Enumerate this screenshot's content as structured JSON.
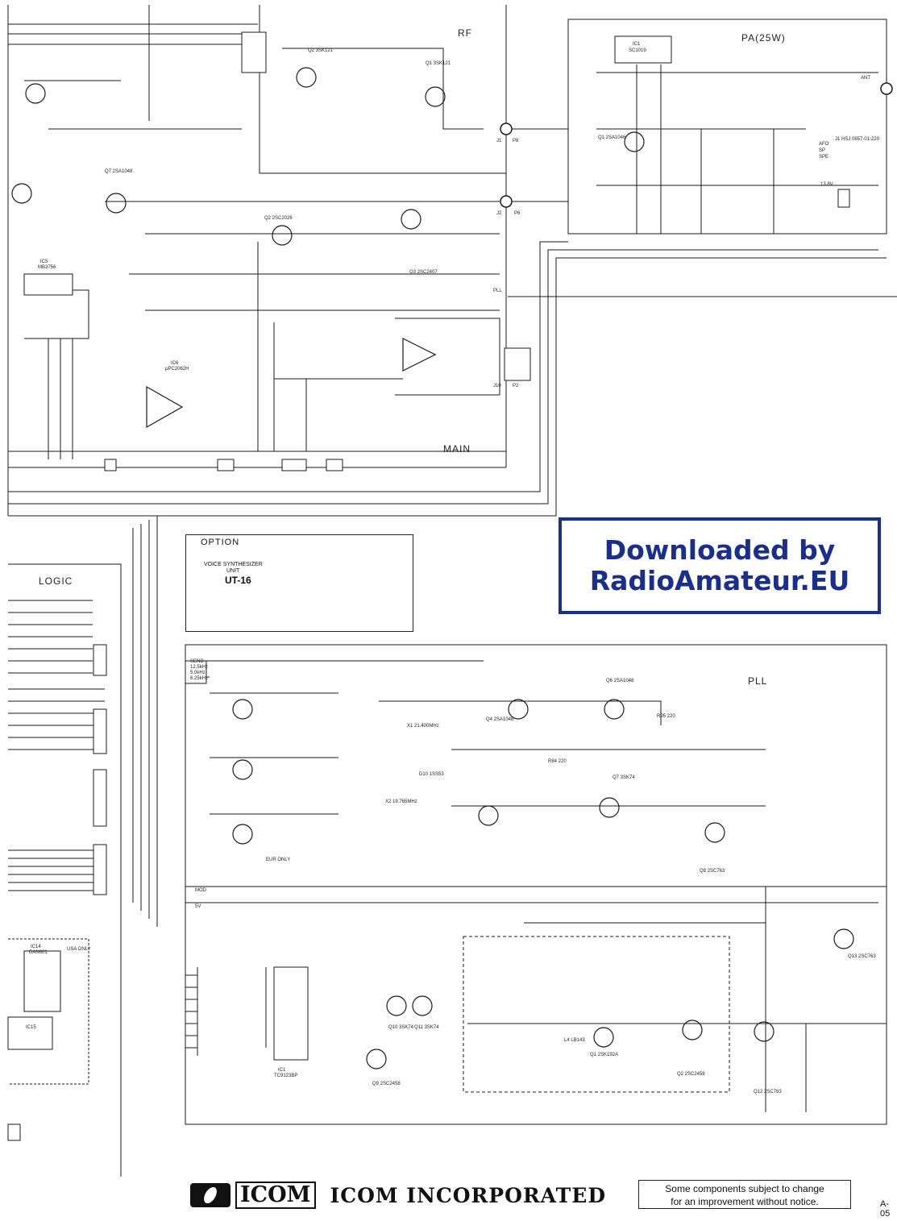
{
  "sections": {
    "rf": "RF",
    "pa": "PA(25W)",
    "main": "MAIN",
    "logic": "LOGIC",
    "pll": "PLL"
  },
  "option": {
    "title": "OPTION",
    "line1": "VOICE SYNTHESIZER",
    "line2": "UNIT",
    "model": "UT-16"
  },
  "watermark": {
    "line1": "Downloaded by",
    "line2": "RadioAmateur.EU"
  },
  "footer": {
    "brand": "ICOM",
    "company": "ICOM INCORPORATED",
    "note_line1": "Some components subject to change",
    "note_line2": "for an improvement without notice.",
    "page_code": "A-05"
  },
  "labels": {
    "ic1_rf": "IC1",
    "sc1019": "SC1019",
    "ic5": "IC5",
    "mb3756": "MB3756",
    "ic6": "IC6",
    "upc2062h": "μPC2062H",
    "ic14": "IC14",
    "da4b01": "DAN601",
    "ic15": "IC15",
    "tc9123bp": "TC9123BP",
    "ic1_pll": "IC1",
    "pll_net": "PLL",
    "mod_net": "MOD",
    "sv_net": "5V",
    "ant": "ANT",
    "mv_13": "13.8V",
    "j1": "J1",
    "j2": "J2",
    "j10": "J10",
    "p2": "P2",
    "p8": "P8",
    "p6": "P6",
    "q1_rf": "Q1 3SK121",
    "q2_rf": "Q2 3SK121",
    "q7": "Q7 2SA1048",
    "q2_main": "Q2 2SC2026",
    "q3_main": "Q3 2SC2407",
    "q1_pa": "Q1 2SA1046",
    "q4_pll": "Q4 2SA1048",
    "q6_pll": "Q6 2SA1048",
    "q7_pll": "Q7 3SK74",
    "q8_pll": "Q8 2SC763",
    "q13_pll": "Q13 2SC763",
    "q10": "Q10 3SK74",
    "q11": "Q11 3SK74",
    "q9": "Q9 2SC2458",
    "q12": "Q12 2SC763",
    "x1": "X1 21.400MHz",
    "x2": "X2 19.765MHz",
    "eur": "EUR ONLY",
    "send": "SEND",
    "t1": "12.5kHz",
    "t2": "5.0kHz",
    "t3": "6.25kHz",
    "r84": "R84 220",
    "r95": "R95 220",
    "l4_pll": "L4 LB143",
    "q1_pll_dev": "Q1 2SK192A",
    "q2_pll_dev": "Q2 2SC2458",
    "d_rect": "D10 1SS53",
    "afo": "AFO",
    "sp": "SP",
    "spe": "SPE",
    "j1_pa": "J1 HSJ 0857-01-220",
    "usa_only": "USA ONLY"
  }
}
